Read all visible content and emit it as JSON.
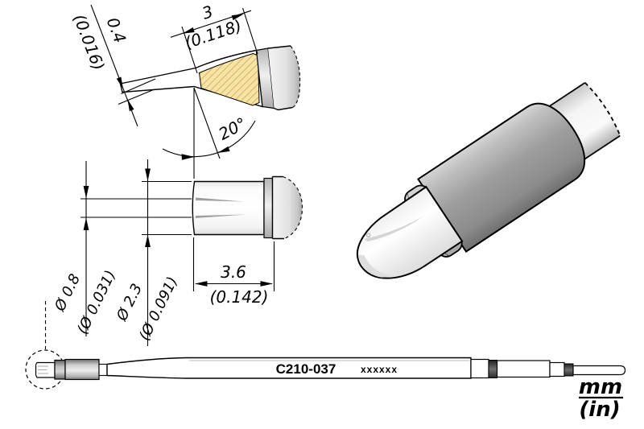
{
  "detail_view": {
    "width_mm": "3",
    "width_in": "(0.118)",
    "thickness_mm": "0.4",
    "thickness_in": "(0.016)",
    "angle": "20°"
  },
  "side_view": {
    "tip_dia_mm": "Ø 0.8",
    "tip_dia_in": "(Ø 0.031)",
    "shaft_dia_mm": "Ø 2.3",
    "shaft_dia_in": "(Ø 0.091)",
    "length_mm": "3.6",
    "length_in": "(0.142)"
  },
  "profile_view": {
    "part_number": "C210-037",
    "marking": "xxxxxx"
  },
  "units": {
    "primary": "mm",
    "secondary": "(in)"
  },
  "colors": {
    "hatch_fill": "#F7E3A3",
    "hatch_line": "#BF9E58",
    "metal_gray": "#9B9B9B",
    "line": "#000000",
    "background": "#FFFFFF"
  }
}
